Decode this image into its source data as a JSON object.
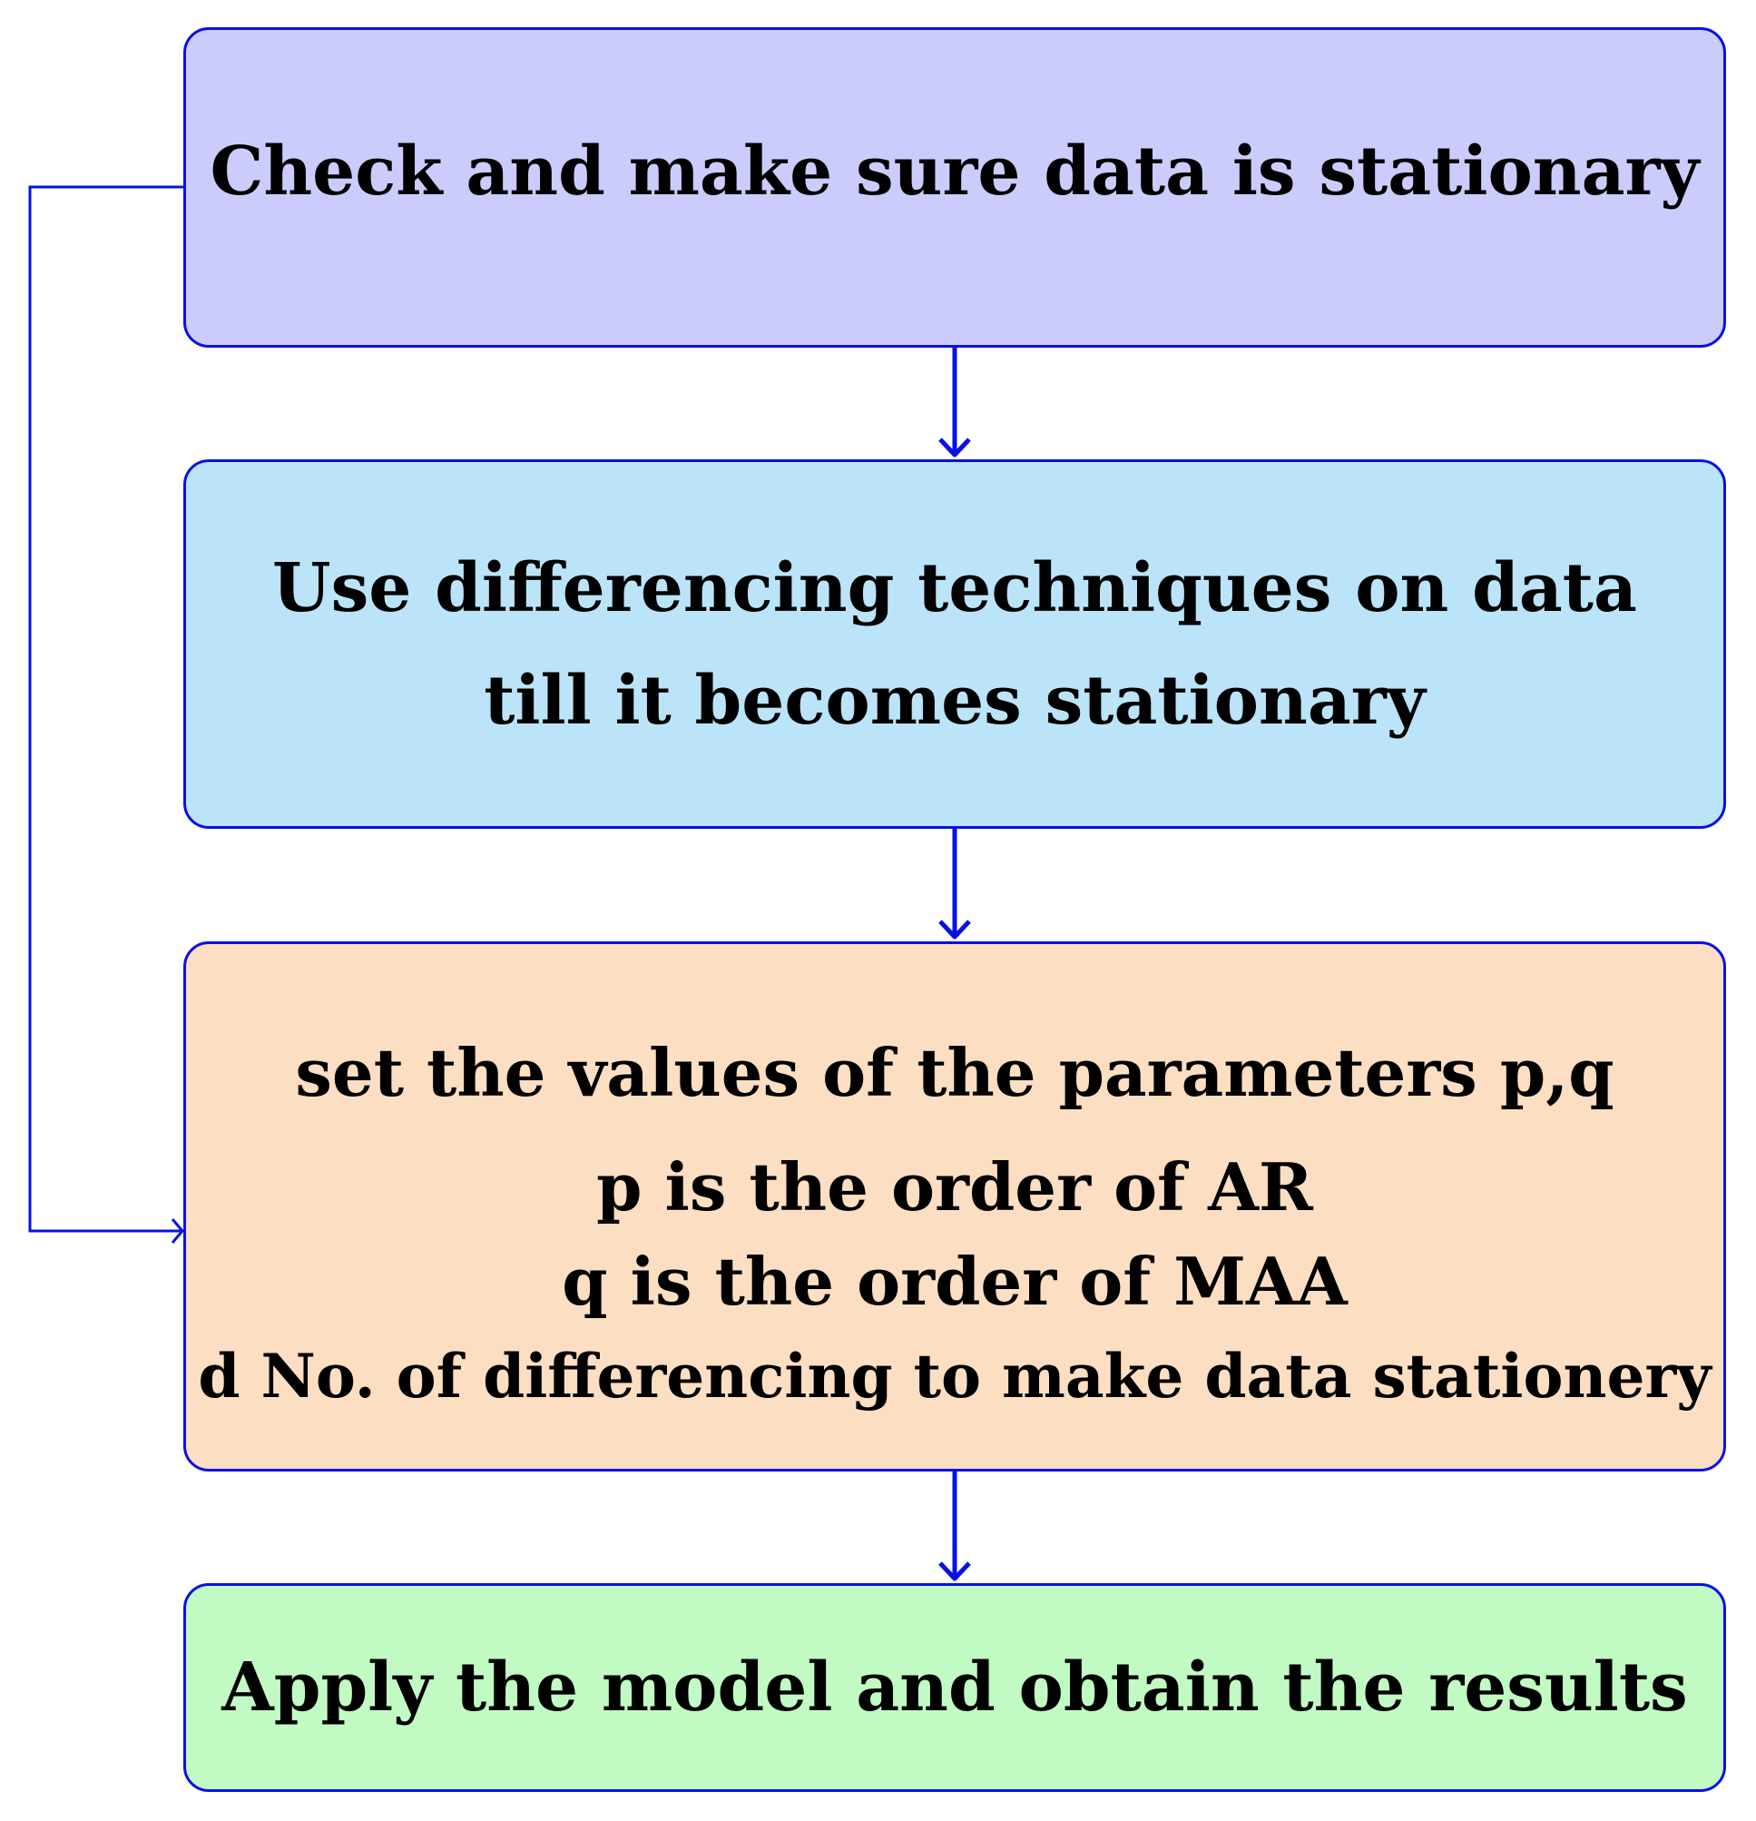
{
  "diagram": {
    "colors": {
      "stroke": "#0a10e8",
      "step1_fill": "#ccccfc",
      "step2_fill": "#bbe4f8",
      "step3_fill": "#fcdec2",
      "step4_fill": "#c1fbc3"
    },
    "steps": [
      {
        "lines": [
          "Check and make sure data is stationary"
        ]
      },
      {
        "lines": [
          "Use differencing techniques on data",
          "till it becomes stationary"
        ]
      },
      {
        "lines": [
          "set the values of the parameters p,q",
          "p is the order of AR",
          "q is the order of MAA",
          "d No. of differencing to make data stationery"
        ]
      },
      {
        "lines": [
          "Apply the model and obtain the results"
        ]
      }
    ]
  }
}
